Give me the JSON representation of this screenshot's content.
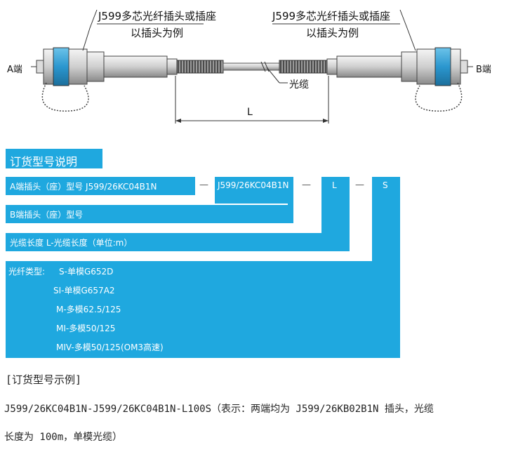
{
  "diagram": {
    "callout_left_line1": "J599多芯光纤插头或插座",
    "callout_left_line2": "以插头为例",
    "callout_right_line1": "J599多芯光纤插头或插座",
    "callout_right_line2": "以插头为例",
    "end_a": "A端",
    "end_b": "B端",
    "cable": "光缆",
    "length_mark": "L"
  },
  "order_section": {
    "title": "订货型号说明",
    "row_a": {
      "label": "A端插头（座）型号 J599/26KC04B1N",
      "box2": "J599/26KC04B1N",
      "box3": "L",
      "box4": "S",
      "dash1": "—",
      "dash2": "—",
      "dash3": "—"
    },
    "row_b": {
      "label": "B端插头（座）型号"
    },
    "row_length": {
      "label": "光缆长度 L-光缆长度（单位:m）"
    },
    "fiber_types": {
      "label": "光纤类型:",
      "items": [
        "S-单模G652D",
        "SI-单模G657A2",
        "M-多模62.5/125",
        "MI-多模50/125",
        "MIV-多模50/125(OM3高速)"
      ]
    }
  },
  "example": {
    "heading": "[订货型号示例]",
    "line1": "J599/26KC04B1N-J599/26KC04B1N-L100S（表示：两端均为 J599/26KB02B1N 插头，光缆",
    "line2": "长度为 100m，单模光缆）"
  },
  "colors": {
    "accent_blue": "#1fa8df",
    "connector_blue": "#3fa9d9"
  }
}
